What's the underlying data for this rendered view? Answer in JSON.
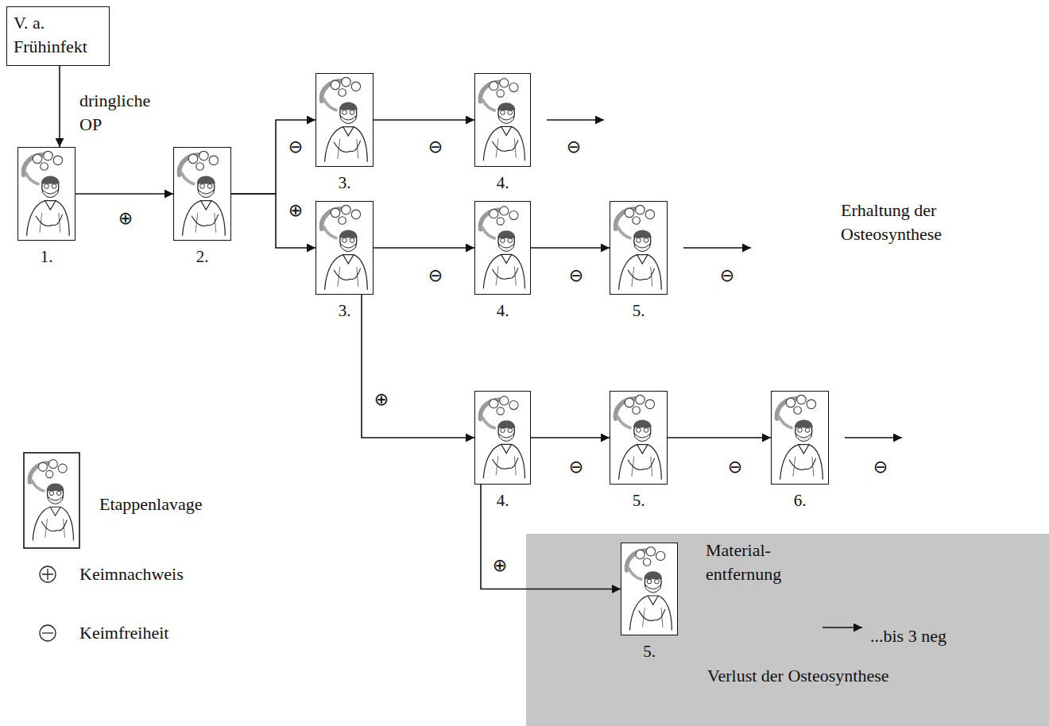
{
  "diagram": {
    "nodes": [
      {
        "text": [
          "V. a. Frühinfekt"
        ]
      },
      {
        "text": [
          "1."
        ]
      },
      {
        "text": [
          "2."
        ]
      },
      {
        "text": [
          "3."
        ]
      },
      {
        "text": [
          "4."
        ]
      },
      {
        "text": [
          "3."
        ]
      },
      {
        "text": [
          "4."
        ]
      },
      {
        "text": [
          "5."
        ]
      },
      {
        "text": [
          "4."
        ]
      },
      {
        "text": [
          "5."
        ]
      },
      {
        "text": [
          "6."
        ]
      },
      {
        "text": [
          "Material- entfernung",
          "...bis 3 neg",
          "Verlust der Osteosynthese"
        ]
      },
      {
        "text": [
          "5."
        ],
        "in": 11
      }
    ],
    "edges": [
      {
        "from": 0,
        "to": 1,
        "arrow": "to",
        "label": "dringliche OP"
      },
      {
        "from": 1,
        "to": 2,
        "arrow": "to",
        "label": "⊕"
      },
      {
        "from": 2,
        "to": 3,
        "arrow": "to",
        "label": "⊖"
      },
      {
        "from": 2,
        "to": 5,
        "arrow": "to",
        "label": "⊕"
      },
      {
        "from": 3,
        "to": 4,
        "arrow": "to",
        "label": "⊖"
      },
      {
        "from": 5,
        "to": 6,
        "arrow": "to",
        "label": "⊖"
      },
      {
        "from": 6,
        "to": 7,
        "arrow": "to",
        "label": "⊖"
      },
      {
        "from": 5,
        "to": 8,
        "arrow": "to",
        "label": "⊕"
      },
      {
        "from": 8,
        "to": 9,
        "arrow": "to",
        "label": "⊖"
      },
      {
        "from": 9,
        "to": 10,
        "arrow": "to",
        "label": "⊖"
      },
      {
        "from": 8,
        "to": 12,
        "arrow": "to",
        "label": "⊕"
      }
    ],
    "labels": [
      "⊖",
      "Erhaltung der Osteosynthese",
      "⊖",
      "⊖"
    ],
    "legend": [
      {
        "text": "Etappenlavage"
      },
      {
        "text": "Keimnachweis"
      },
      {
        "text": "Keimfreiheit"
      }
    ]
  }
}
